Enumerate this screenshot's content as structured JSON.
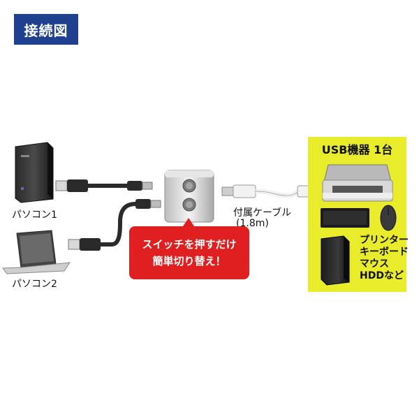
{
  "title": "接続図",
  "labels": {
    "pc1": "パソコン1",
    "pc2": "パソコン2",
    "cable_name": "付属ケーブル",
    "cable_length": "(1.8m)"
  },
  "callout": {
    "line1": "スイッチを押すだけ",
    "line2": "簡単切り替え！"
  },
  "panel": {
    "title": "USB機器 1台",
    "items": [
      "プリンター",
      "キーボード",
      "マウス",
      "HDDなど"
    ]
  },
  "colors": {
    "badge": "#1f3f8f",
    "callout": "#e02020",
    "panel": "#e8ec2a"
  }
}
